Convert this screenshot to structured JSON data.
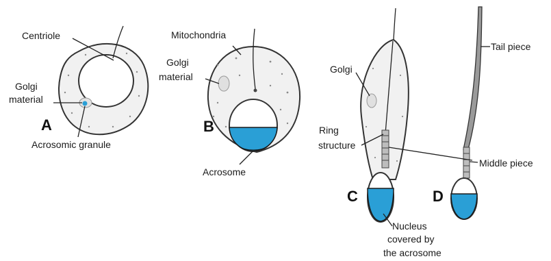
{
  "labels": {
    "a": {
      "letter": "A",
      "centriole": "Centriole",
      "golgi_line1": "Golgi",
      "golgi_line2": "material",
      "acrosomic_granule": "Acrosomic granule"
    },
    "b": {
      "letter": "B",
      "mitochondria": "Mitochondria",
      "golgi_line1": "Golgi",
      "golgi_line2": "material",
      "acrosome": "Acrosome"
    },
    "c": {
      "letter": "C",
      "golgi": "Golgi",
      "ring_line1": "Ring",
      "ring_line2": "structure",
      "nucleus_line1": "Nucleus",
      "nucleus_line2": "covered by",
      "nucleus_line3": "the acrosome"
    },
    "d": {
      "letter": "D",
      "tail_piece": "Tail piece",
      "middle_piece": "Middle piece"
    }
  },
  "colors": {
    "acrosome": "#2a9fd6",
    "cytoplasm": "#f1f1f1",
    "outline": "#333333"
  }
}
